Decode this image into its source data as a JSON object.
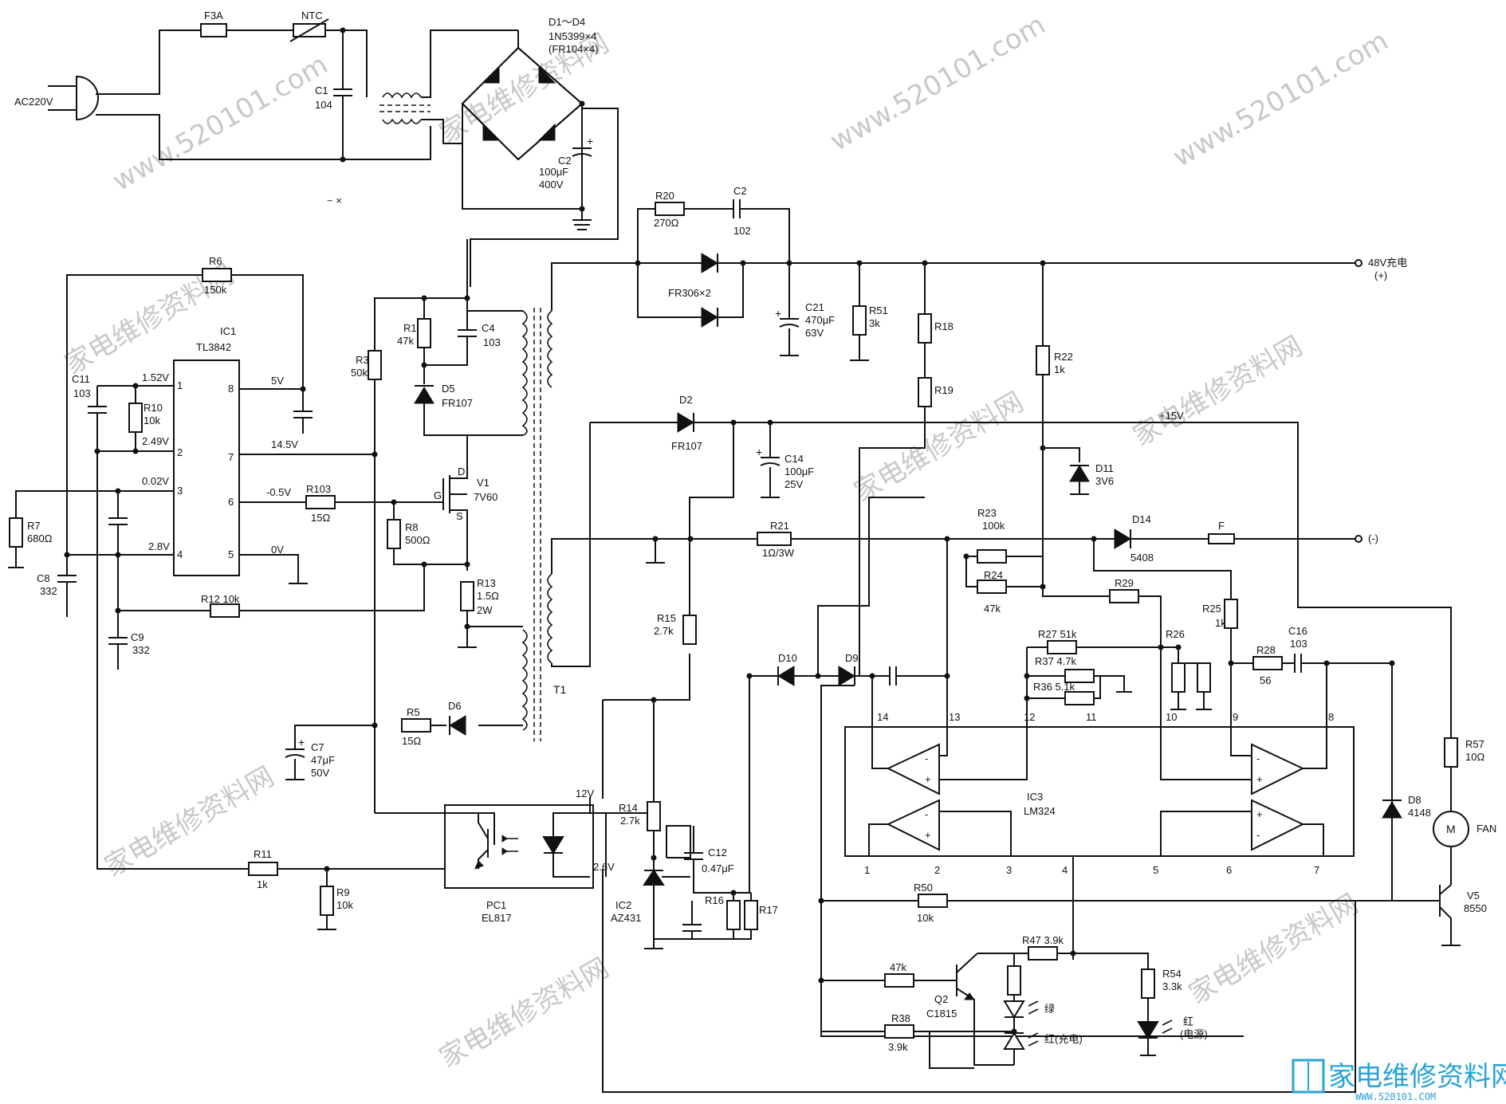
{
  "input": {
    "ac": "AC220V",
    "fuse": "F3A",
    "ntc": "NTC",
    "c1": [
      "C1",
      "104"
    ],
    "tilde": "~ ×"
  },
  "bridge": {
    "name": "D1～D4",
    "part": "1N5399×4",
    "alt": "(FR104×4)"
  },
  "c2_primary": {
    "name": "C2",
    "value1": "100μF",
    "value2": "400V"
  },
  "ic1": {
    "name": "IC1",
    "part": "TL3842",
    "pins": [
      "1",
      "2",
      "3",
      "4",
      "5",
      "6",
      "7",
      "8"
    ],
    "volts": {
      "p1": "1.52V",
      "p2": "2.49V",
      "p3": "0.02V",
      "p4": "2.8V",
      "p5": "0V",
      "p6": "-0.5V",
      "p7": "14.5V",
      "p8": "5V"
    }
  },
  "r6": [
    "R6",
    "150k"
  ],
  "c11": [
    "C11",
    "103"
  ],
  "r10": [
    "R10",
    "10k"
  ],
  "r7": [
    "R7",
    "680Ω"
  ],
  "c8": [
    "C8",
    "332"
  ],
  "c9": [
    "C9",
    "332"
  ],
  "r12": [
    "R12 10k"
  ],
  "r103": [
    "R103",
    "15Ω"
  ],
  "r3": [
    "R3",
    "50k"
  ],
  "r1": [
    "R1",
    "47k"
  ],
  "c4": [
    "C4",
    "103"
  ],
  "d5": [
    "D5",
    "FR107"
  ],
  "v1": {
    "name": "V1",
    "part": "7V60",
    "g": "G",
    "d": "D",
    "s": "S"
  },
  "r8": [
    "R8",
    "500Ω"
  ],
  "r13": [
    "R13",
    "1.5Ω",
    "2W"
  ],
  "t1": "T1",
  "c7": [
    "C7",
    "47μF",
    "50V"
  ],
  "r5": [
    "R5",
    "15Ω"
  ],
  "d6": "D6",
  "r11": [
    "R11",
    "1k"
  ],
  "r9": [
    "R9",
    "10k"
  ],
  "pc1": {
    "name": "PC1",
    "part": "EL817",
    "v12": "12V",
    "v26": "2.6V"
  },
  "r14": [
    "R14",
    "2.7k"
  ],
  "ic2": [
    "IC2",
    "AZ431"
  ],
  "c12": [
    "C12",
    "0.47μF"
  ],
  "r16": "R16",
  "r17": "R17",
  "r15": [
    "R15",
    "2.7k"
  ],
  "r20": [
    "R20",
    "270Ω"
  ],
  "c2_out": [
    "C2",
    "102"
  ],
  "fr306": "FR306×2",
  "c21": [
    "C21",
    "470μF",
    "63V"
  ],
  "r51": [
    "R51",
    "3k"
  ],
  "r18": "R18",
  "r19": "R19",
  "r22": [
    "R22",
    "1k"
  ],
  "out_pos": [
    "48V充电",
    "(+)"
  ],
  "out_neg": "(-)",
  "d2": [
    "D2",
    "FR107"
  ],
  "c14": [
    "C14",
    "100μF",
    "25V"
  ],
  "v15": "+15V",
  "d11": [
    "D11",
    "3V6"
  ],
  "r21": [
    "R21",
    "1Ω/3W"
  ],
  "r23": [
    "R23",
    "100k"
  ],
  "d14": [
    "D14",
    "5408"
  ],
  "fuse_out": "F",
  "r24": [
    "R24",
    "47k"
  ],
  "r29": "R29",
  "r25": [
    "R25",
    "1k"
  ],
  "r27": "R27 51k",
  "r37": "R37 4.7k",
  "r36": "R36 5.1k",
  "r26": "R26",
  "r28": [
    "R28",
    "56"
  ],
  "c16": [
    "C16",
    "103"
  ],
  "d10": "D10",
  "d9": "D9",
  "ic3": {
    "name": "IC3",
    "part": "LM324",
    "top_pins": [
      "14",
      "13",
      "12",
      "11",
      "10",
      "9",
      "8"
    ],
    "bottom_pins": [
      "1",
      "2",
      "3",
      "4",
      "5",
      "6",
      "7"
    ]
  },
  "r57": [
    "R57",
    "10Ω"
  ],
  "fan": {
    "m": "M",
    "label": "FAN"
  },
  "d8": [
    "D8",
    "4148"
  ],
  "v5": [
    "V5",
    "8550"
  ],
  "r50": [
    "R50",
    "10k"
  ],
  "r47": "R47 3.9k",
  "r54": [
    "R54",
    "3.3k"
  ],
  "q2": {
    "name": "Q2",
    "part": "C1815",
    "r_base": "47k"
  },
  "r38": [
    "R38",
    "3.9k"
  ],
  "leds": {
    "green": "绿",
    "red_charge": "红(充电)",
    "red_power": "红",
    "red_power_sub": "(电源)"
  },
  "watermarks": {
    "site": "www.520101.com",
    "cn": "家电维修资料网"
  },
  "brand": {
    "name": "家电维修资料网",
    "url": "WWW.520101.COM"
  }
}
